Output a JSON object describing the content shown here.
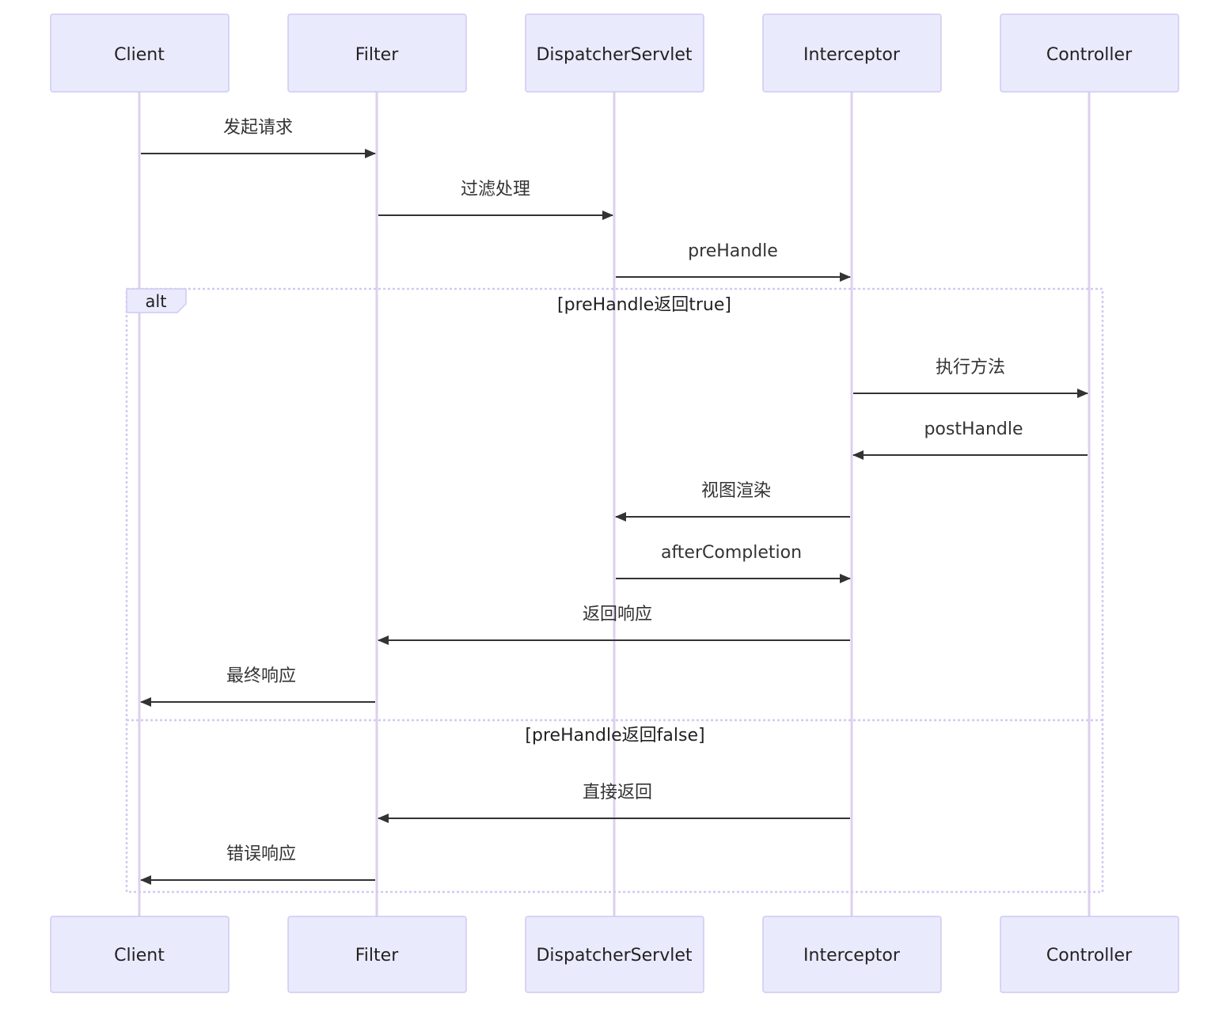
{
  "participants": [
    {
      "id": "client",
      "label": "Client"
    },
    {
      "id": "filter",
      "label": "Filter"
    },
    {
      "id": "dispatcher",
      "label": "DispatcherServlet"
    },
    {
      "id": "interceptor",
      "label": "Interceptor"
    },
    {
      "id": "controller",
      "label": "Controller"
    }
  ],
  "messages": [
    {
      "from": "client",
      "to": "filter",
      "label": "发起请求"
    },
    {
      "from": "filter",
      "to": "dispatcher",
      "label": "过滤处理"
    },
    {
      "from": "dispatcher",
      "to": "interceptor",
      "label": "preHandle"
    },
    {
      "from": "interceptor",
      "to": "controller",
      "label": "执行方法"
    },
    {
      "from": "controller",
      "to": "interceptor",
      "label": "postHandle"
    },
    {
      "from": "interceptor",
      "to": "dispatcher",
      "label": "视图渲染"
    },
    {
      "from": "dispatcher",
      "to": "interceptor",
      "label": "afterCompletion"
    },
    {
      "from": "interceptor",
      "to": "filter",
      "label": "返回响应"
    },
    {
      "from": "filter",
      "to": "client",
      "label": "最终响应"
    },
    {
      "from": "interceptor",
      "to": "filter",
      "label": "直接返回"
    },
    {
      "from": "filter",
      "to": "client",
      "label": "错误响应"
    }
  ],
  "alt_block": {
    "tag": "alt",
    "conditions": [
      "[preHandle返回true]",
      "[preHandle返回false]"
    ]
  },
  "colors": {
    "actor_fill": "#eaeafd",
    "actor_border": "#cfcaf2",
    "lifeline": "#ddd0ee",
    "arrow": "#333333"
  }
}
